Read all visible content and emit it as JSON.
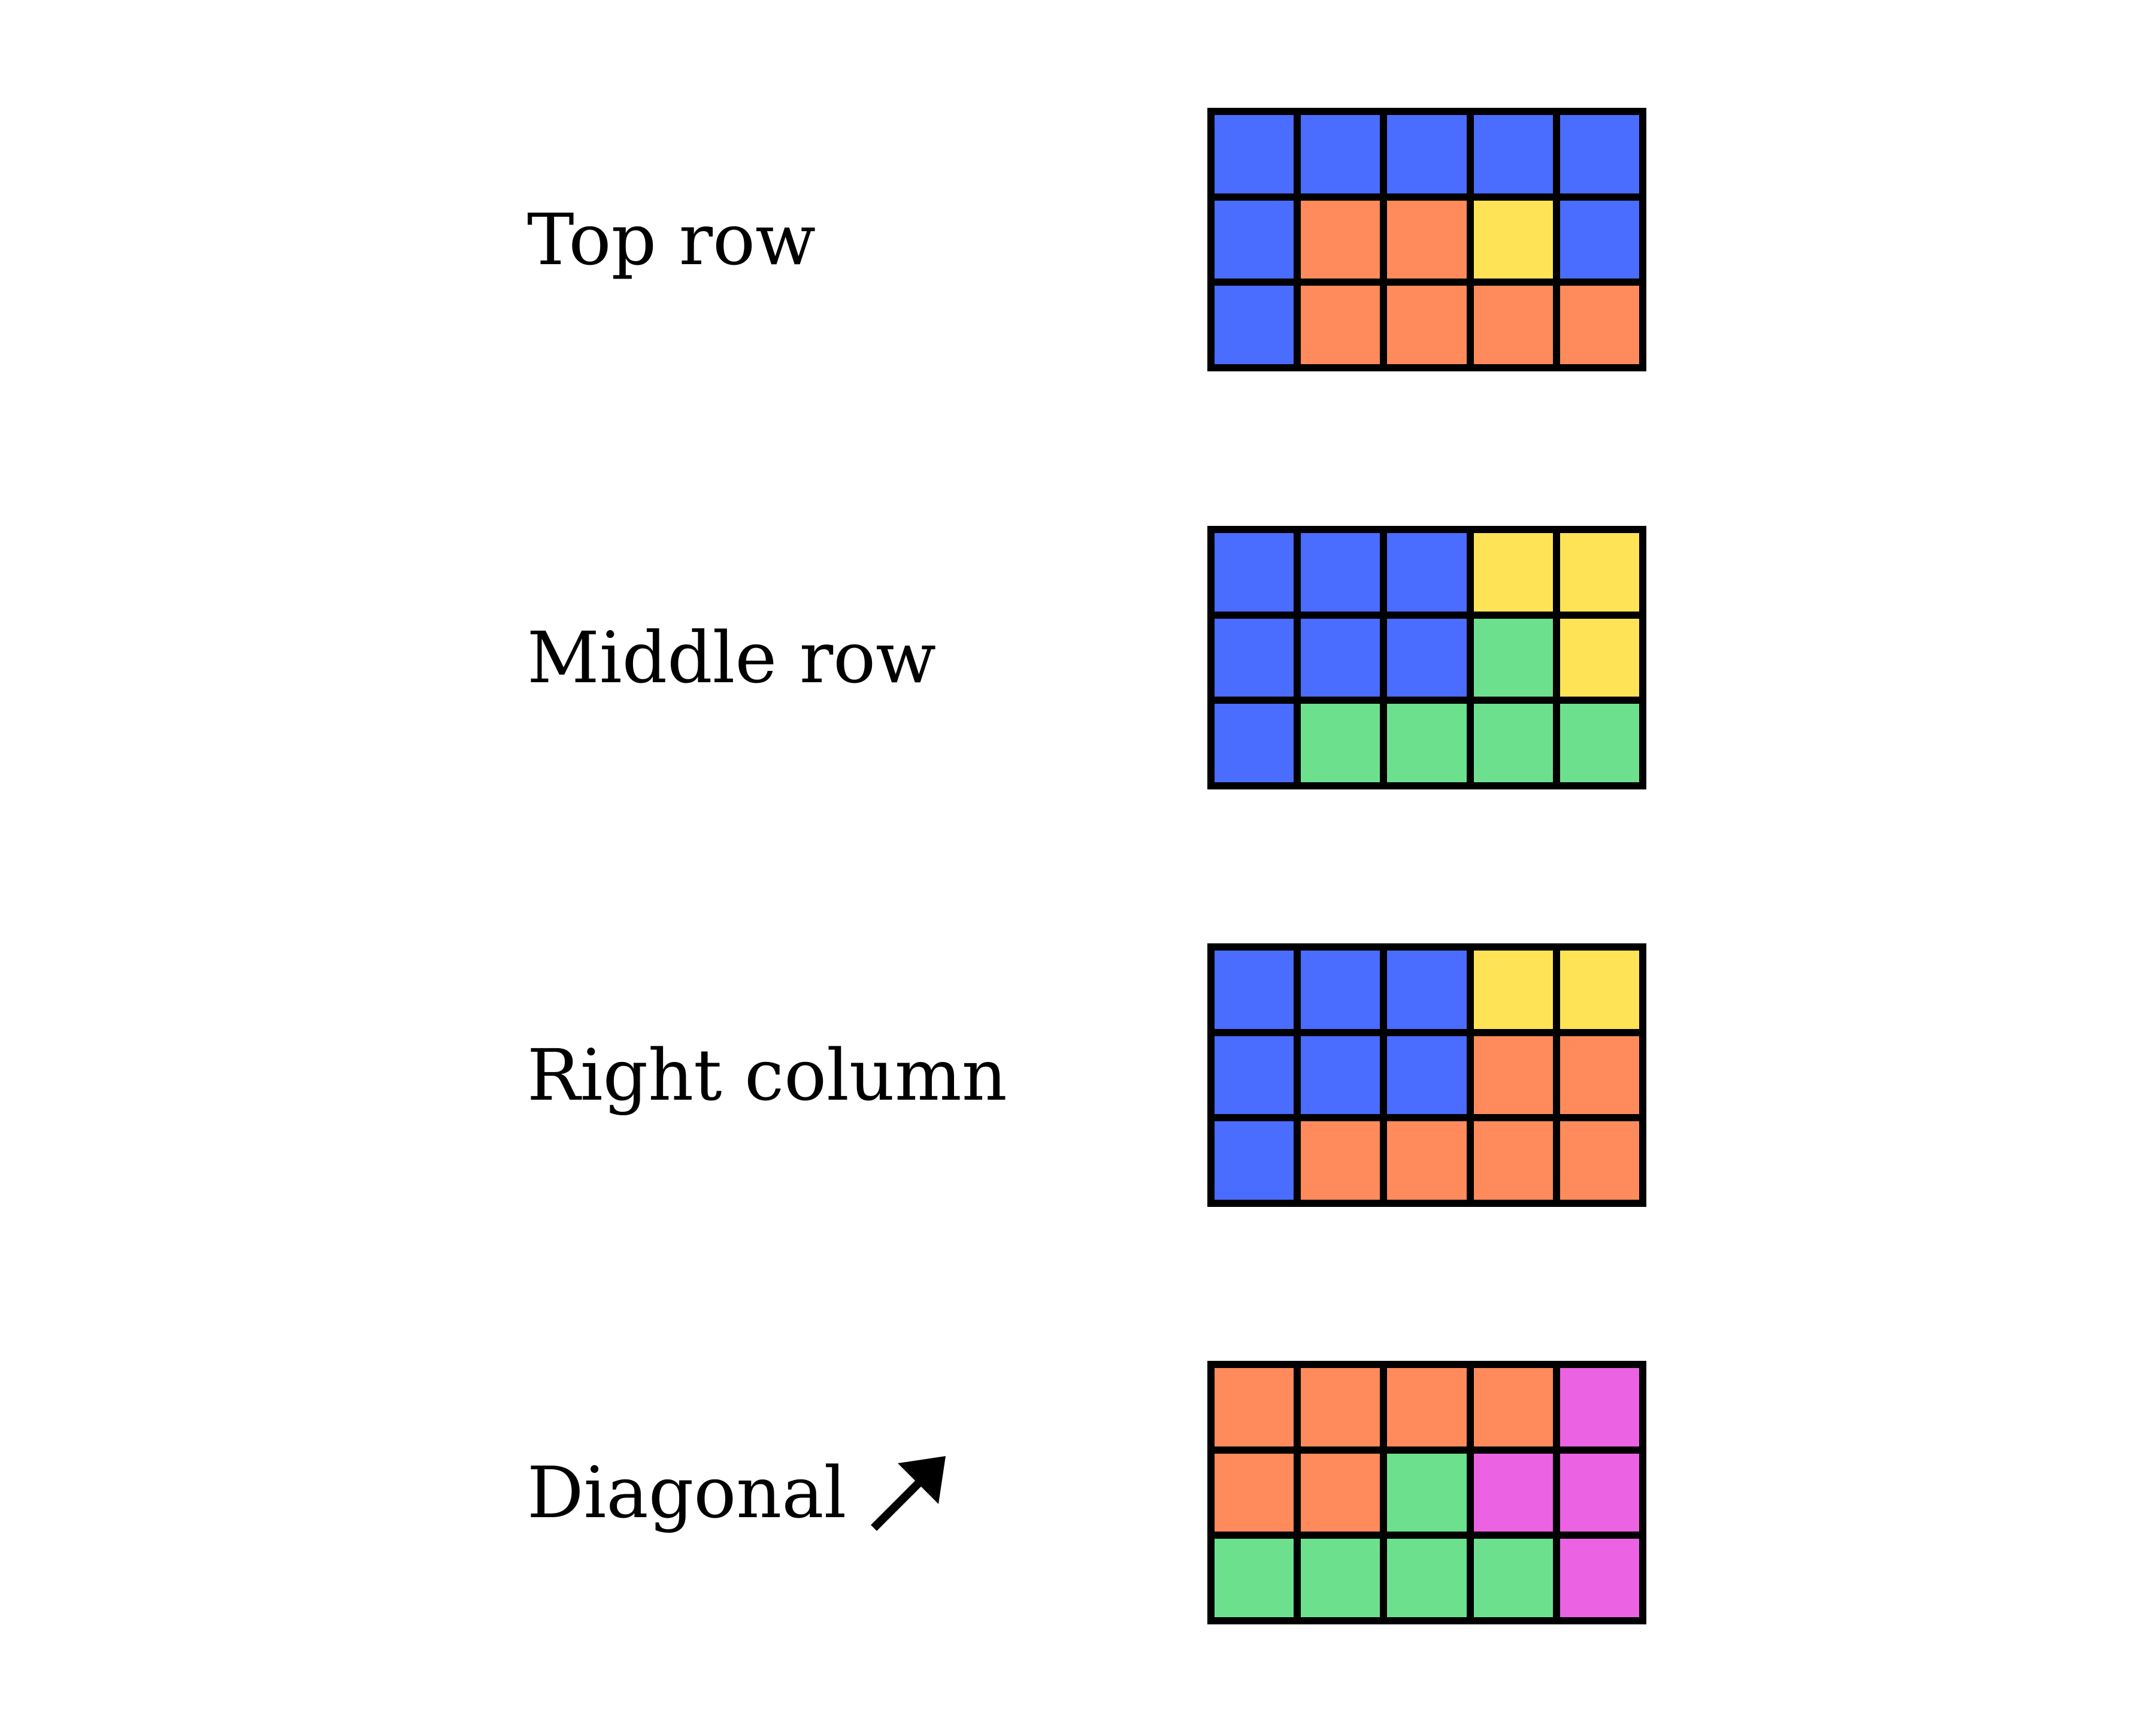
{
  "palette": {
    "blue": "#4a6cff",
    "orange": "#ff8a5c",
    "yellow": "#ffe356",
    "green": "#6de08e",
    "pink": "#eb62e2"
  },
  "panels": [
    {
      "label": "Top row",
      "grid": [
        [
          "blue",
          "blue",
          "blue",
          "blue",
          "blue"
        ],
        [
          "blue",
          "orange",
          "orange",
          "yellow",
          "blue"
        ],
        [
          "blue",
          "orange",
          "orange",
          "orange",
          "orange"
        ]
      ]
    },
    {
      "label": "Middle row",
      "grid": [
        [
          "blue",
          "blue",
          "blue",
          "yellow",
          "yellow"
        ],
        [
          "blue",
          "blue",
          "blue",
          "green",
          "yellow"
        ],
        [
          "blue",
          "green",
          "green",
          "green",
          "green"
        ]
      ]
    },
    {
      "label": "Right column",
      "grid": [
        [
          "blue",
          "blue",
          "blue",
          "yellow",
          "yellow"
        ],
        [
          "blue",
          "blue",
          "blue",
          "orange",
          "orange"
        ],
        [
          "blue",
          "orange",
          "orange",
          "orange",
          "orange"
        ]
      ]
    },
    {
      "label": "Diagonal",
      "icon": "arrow-up-right-icon",
      "grid": [
        [
          "orange",
          "orange",
          "orange",
          "orange",
          "pink"
        ],
        [
          "orange",
          "orange",
          "green",
          "pink",
          "pink"
        ],
        [
          "green",
          "green",
          "green",
          "green",
          "pink"
        ]
      ]
    }
  ]
}
